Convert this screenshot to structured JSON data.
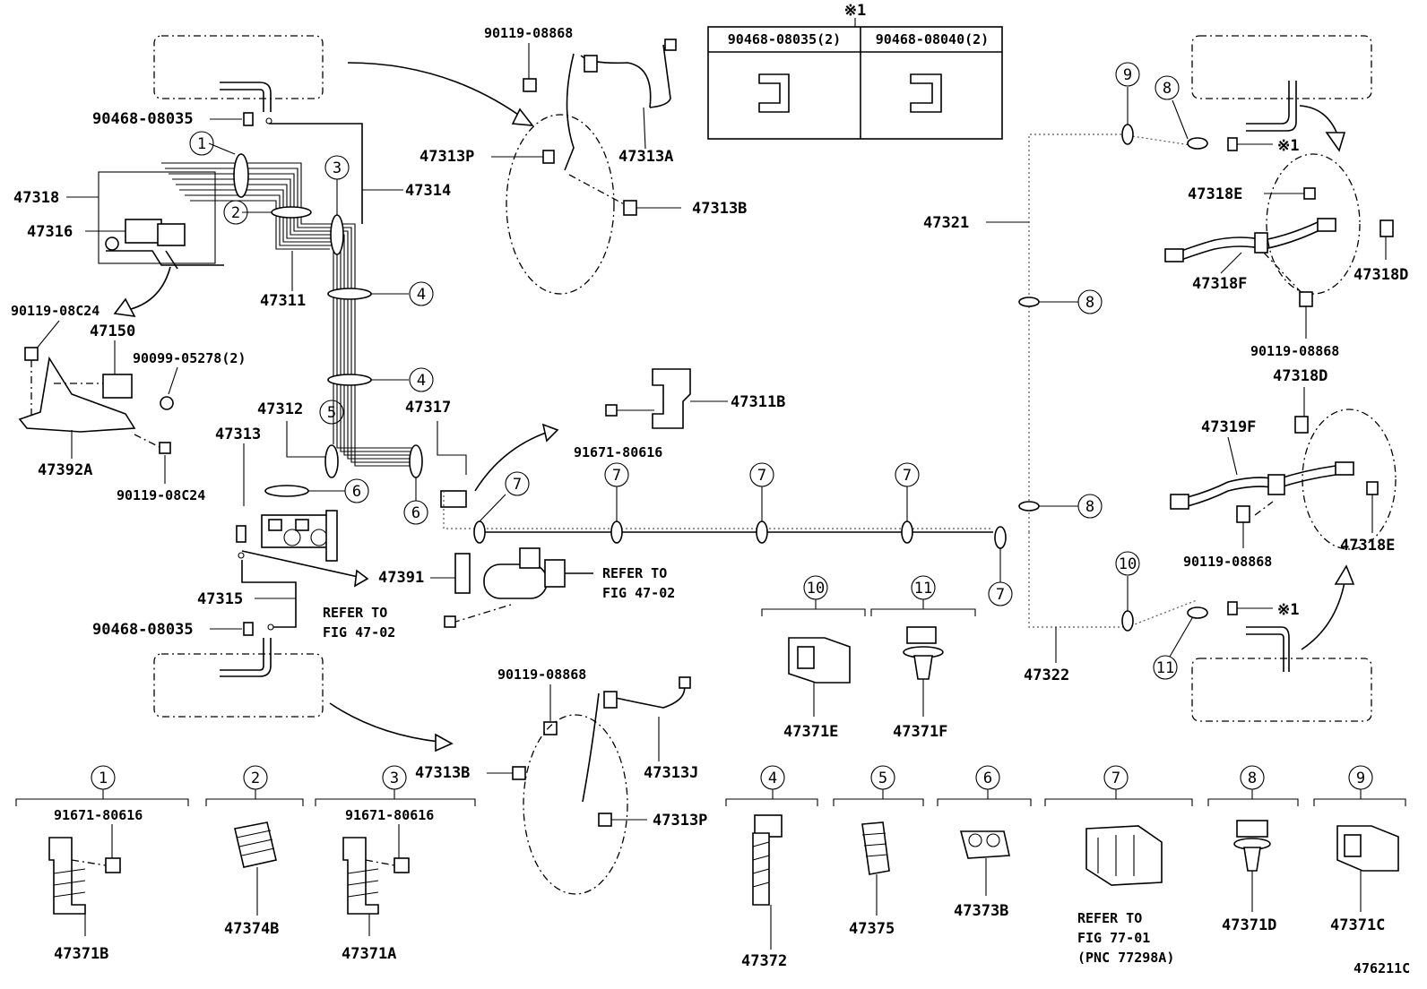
{
  "diagram": {
    "figure_id": "476211C",
    "header_table": {
      "mark": "※1",
      "left": "90468-08035(2)",
      "right": "90468-08040(2)"
    },
    "labels": {
      "p90119_08868_top": "90119-08868",
      "p90468_08035_top": "90468-08035",
      "p47318": "47318",
      "p47316": "47316",
      "p47314": "47314",
      "p47311": "47311",
      "p47313P_top": "47313P",
      "p47313A": "47313A",
      "p47313B_top": "47313B",
      "p90119_08C24_a": "90119-08C24",
      "p47150": "47150",
      "p90099_05278": "90099-05278(2)",
      "p47392A": "47392A",
      "p90119_08C24_b": "90119-08C24",
      "p47312": "47312",
      "p47313": "47313",
      "p47317": "47317",
      "p47311B": "47311B",
      "p91671_80616_mid": "91671-80616",
      "p47391": "47391",
      "refer_to_a": "REFER TO",
      "fig_47_02_a": "FIG 47-02",
      "refer_to_b": "REFER TO",
      "fig_47_02_b": "FIG 47-02",
      "p47315": "47315",
      "p90468_08035_bot": "90468-08035",
      "p90119_08868_bot": "90119-08868",
      "p47313B_bot": "47313B",
      "p47313J": "47313J",
      "p47313P_bot": "47313P",
      "p47321": "47321",
      "p47322": "47322",
      "p47318E_top": "47318E",
      "p47318D_top": "47318D",
      "p47318F": "47318F",
      "p90119_08868_r1": "90119-08868",
      "p47318D_mid": "47318D",
      "p47319F": "47319F",
      "p90119_08868_r2": "90119-08868",
      "p47318E_bot": "47318E",
      "mark_1a": "※1",
      "mark_1b": "※1",
      "p47371E": "47371E",
      "p47371F": "47371F",
      "p91671_80616_k1": "91671-80616",
      "p91671_80616_k3": "91671-80616",
      "p47371B": "47371B",
      "p47374B": "47374B",
      "p47371A": "47371A",
      "p47372": "47372",
      "p47375": "47375",
      "p47373B": "47373B",
      "refer_to_77": "REFER TO",
      "fig_77_01": "FIG 77-01",
      "pnc_77298A": "(PNC 77298A)",
      "p47371D": "47371D",
      "p47371C": "47371C"
    },
    "callouts": [
      "1",
      "2",
      "3",
      "4",
      "5",
      "6",
      "7",
      "8",
      "9",
      "10",
      "11"
    ]
  }
}
